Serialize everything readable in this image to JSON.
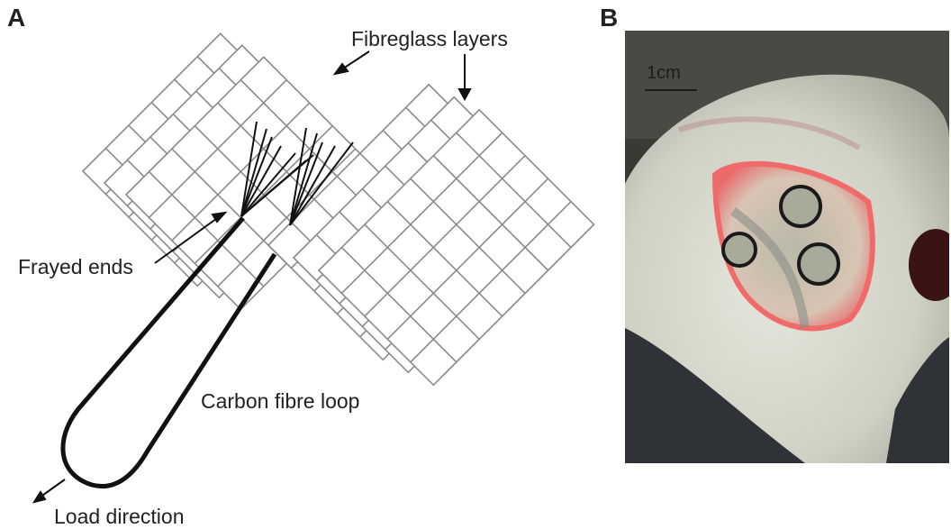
{
  "panels": {
    "a": {
      "letter": "A"
    },
    "b": {
      "letter": "B"
    }
  },
  "labels": {
    "fibreglass_layers": "Fibreglass layers",
    "frayed_ends": "Frayed ends",
    "carbon_fibre_loop": "Carbon fibre loop",
    "load_direction": "Load direction"
  },
  "photo": {
    "scale_bar_label": "1cm"
  },
  "colors": {
    "grid_line": "#8a8a8a",
    "loop": "#111111",
    "tissue": "#cfd1c4",
    "wound": "#e05a5a",
    "circle": "#1a1a1a"
  }
}
